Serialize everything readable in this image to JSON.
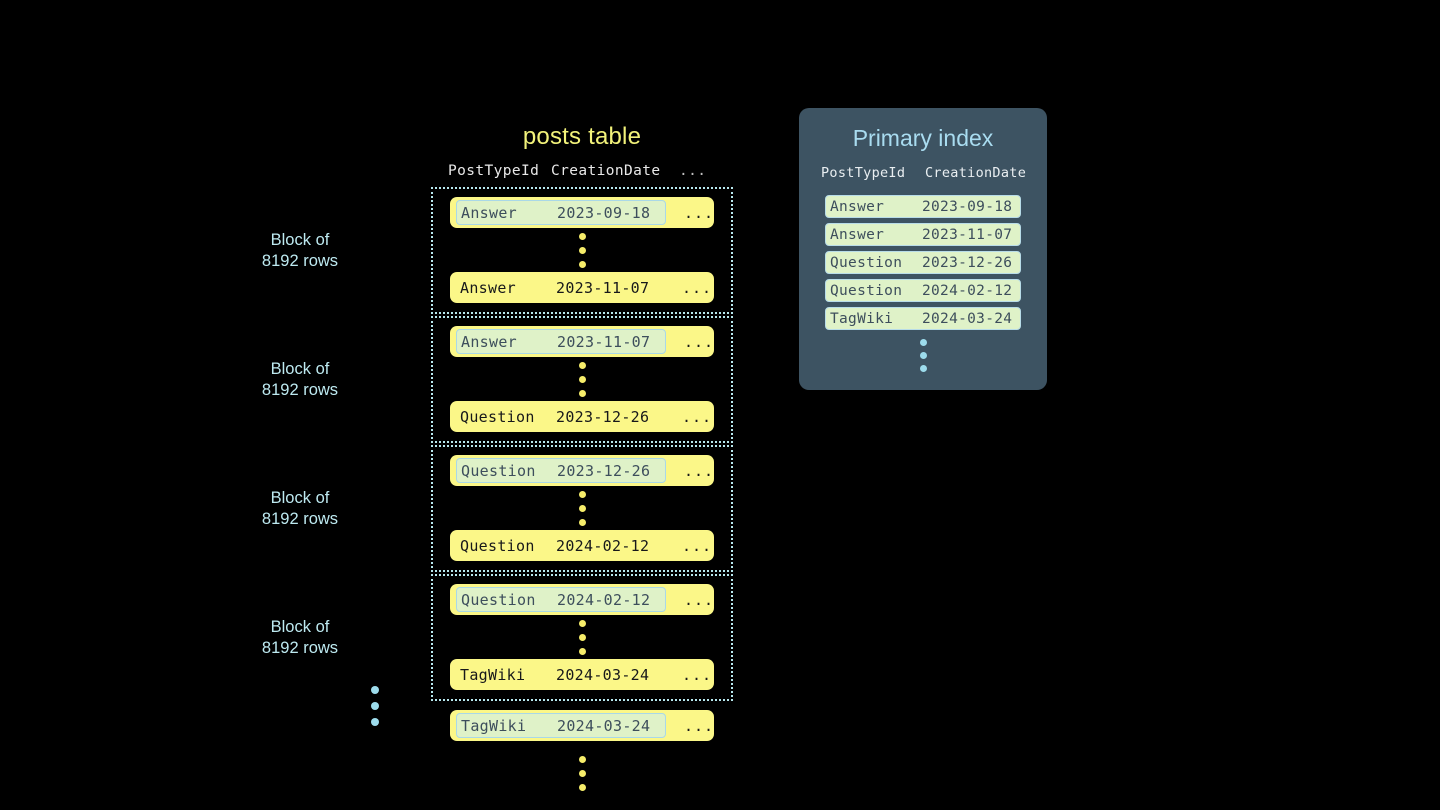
{
  "posts_table": {
    "title": "posts table",
    "columns": [
      "PostTypeId",
      "CreationDate",
      "..."
    ],
    "blocks": [
      {
        "label_line1": "Block of",
        "label_line2": "8192 rows",
        "first_row": {
          "type": "Answer",
          "date": "2023-09-18",
          "more": "...",
          "highlighted": true
        },
        "last_row": {
          "type": "Answer",
          "date": "2023-11-07",
          "more": "...",
          "highlighted": false
        }
      },
      {
        "label_line1": "Block of",
        "label_line2": "8192 rows",
        "first_row": {
          "type": "Answer",
          "date": "2023-11-07",
          "more": "...",
          "highlighted": true
        },
        "last_row": {
          "type": "Question",
          "date": "2023-12-26",
          "more": "...",
          "highlighted": false
        }
      },
      {
        "label_line1": "Block of",
        "label_line2": "8192 rows",
        "first_row": {
          "type": "Question",
          "date": "2023-12-26",
          "more": "...",
          "highlighted": true
        },
        "last_row": {
          "type": "Question",
          "date": "2024-02-12",
          "more": "...",
          "highlighted": false
        }
      },
      {
        "label_line1": "Block of",
        "label_line2": "8192 rows",
        "first_row": {
          "type": "Question",
          "date": "2024-02-12",
          "more": "...",
          "highlighted": true
        },
        "last_row": {
          "type": "TagWiki",
          "date": "2024-03-24",
          "more": "...",
          "highlighted": false
        }
      }
    ],
    "trailing_row": {
      "type": "TagWiki",
      "date": "2024-03-24",
      "more": "...",
      "highlighted": true
    }
  },
  "primary_index": {
    "title": "Primary index",
    "columns": [
      "PostTypeId",
      "CreationDate"
    ],
    "rows": [
      {
        "type": "Answer",
        "date": "2023-09-18"
      },
      {
        "type": "Answer",
        "date": "2023-11-07"
      },
      {
        "type": "Question",
        "date": "2023-12-26"
      },
      {
        "type": "Question",
        "date": "2024-02-12"
      },
      {
        "type": "TagWiki",
        "date": "2024-03-24"
      }
    ]
  },
  "colors": {
    "background": "#000000",
    "table_title": "#f2f27a",
    "row_yellow": "#fbf788",
    "highlight_green": "#dff2c8",
    "highlight_border": "#a9d8e8",
    "block_border": "#b8e8ee",
    "block_label": "#bde9f0",
    "panel_background": "#3d5362",
    "index_title": "#a9dcf0",
    "dot_yellow": "#f6ed6a",
    "dot_cyan": "#9ddcec"
  }
}
